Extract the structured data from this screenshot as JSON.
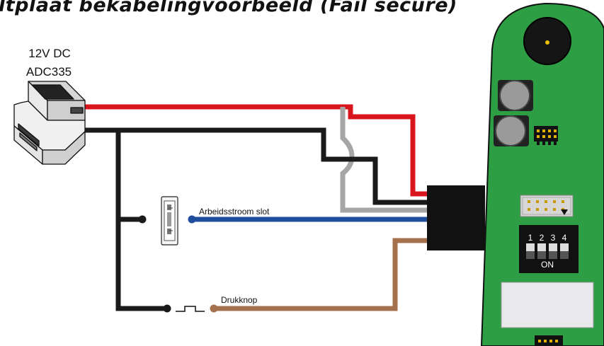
{
  "title": "ltplaat bekabelingvoorbeeld (Fail secure)",
  "power_supply": {
    "voltage": "12V DC",
    "model": "ADC335"
  },
  "labels": {
    "lock": "Arbeidsstroom slot",
    "button": "Drukknop"
  },
  "dip_switch": {
    "numbers": [
      "1",
      "2",
      "3",
      "4"
    ],
    "on_label": "ON"
  },
  "colors": {
    "wire_red": "#d8141c",
    "wire_black": "#1a1a1a",
    "wire_grey": "#a6a6a6",
    "wire_blue": "#1f4e9c",
    "wire_brown": "#a5714c",
    "pcb_green": "#2e9e45",
    "connector": "#111111"
  }
}
